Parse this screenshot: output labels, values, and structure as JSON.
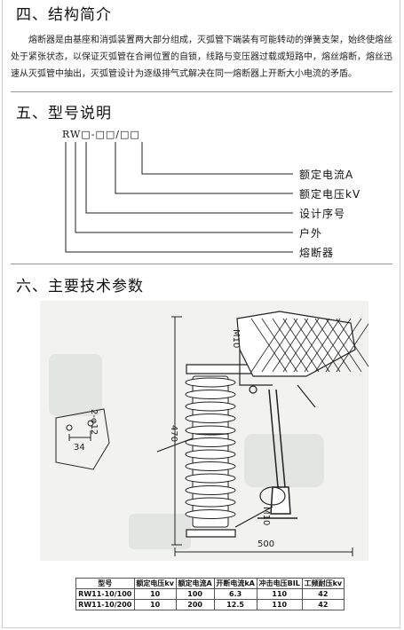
{
  "section4": {
    "title": "四、结构简介",
    "paragraph": "熔断器是由基座和消弧装置两大部分组成，灭弧管下端装有可能转动的弹簧支架，始终使熔丝处于紧张状态，以保证灭弧管在合闸位置的自锁，线路与变压器过载或短路中，熔丝熔断，熔丝迅速从灭弧管中抽出，灭弧管设计为逐级排气式解决在同一熔断器上开断大小电流的矛盾。"
  },
  "section5": {
    "title": "五、型号说明",
    "model_code": "RW□-□□/□□",
    "labels": [
      "额定电流A",
      "额定电压kV",
      "设计序号",
      "户外",
      "熔断器"
    ]
  },
  "section6": {
    "title": "六、主要技术参数",
    "dimensions": {
      "height": "470",
      "width": "500",
      "bolt_top": "M10",
      "bolt_bottom": "M10",
      "hole_spacing": "34",
      "hole_dia": "2-φ12"
    }
  },
  "table": {
    "headers": [
      "型号",
      "额定电压kv",
      "额定电流A",
      "开断电流kA",
      "冲击电压BIL",
      "工频耐压kv"
    ],
    "rows": [
      [
        "RW11-10/100",
        "10",
        "100",
        "6.3",
        "110",
        "42"
      ],
      [
        "RW11-10/200",
        "10",
        "200",
        "12.5",
        "110",
        "42"
      ]
    ]
  }
}
